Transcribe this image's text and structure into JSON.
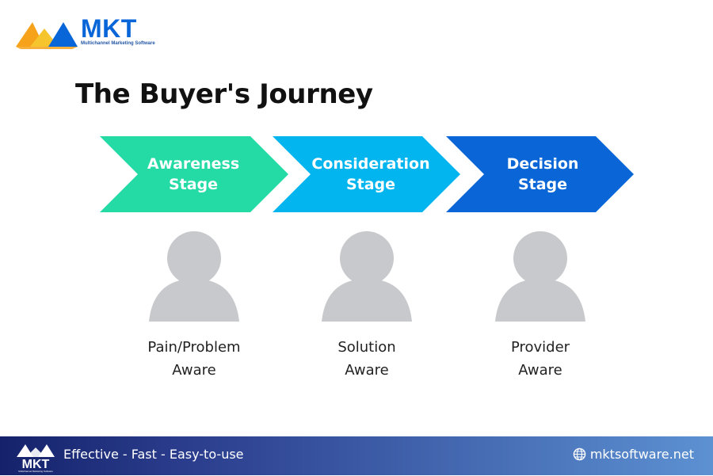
{
  "brand": {
    "name": "MKT",
    "subtitle": "Multichannel Marketing Software",
    "footer_logo_subtitle": "Multichannel Marketing Software",
    "colors": {
      "blue": "#0866d8",
      "orange": "#f7a21b",
      "yellow": "#f6c52d"
    }
  },
  "title": "The Buyer's Journey",
  "stages": [
    {
      "line1": "Awareness",
      "line2": "Stage",
      "color": "#24dba6"
    },
    {
      "line1": "Consideration",
      "line2": "Stage",
      "color": "#03b5ef"
    },
    {
      "line1": "Decision",
      "line2": "Stage",
      "color": "#0a66d6"
    }
  ],
  "people": [
    {
      "line1": "Pain/Problem",
      "line2": "Aware",
      "icon": "person-icon"
    },
    {
      "line1": "Solution",
      "line2": "Aware",
      "icon": "person-icon"
    },
    {
      "line1": "Provider",
      "line2": "Aware",
      "icon": "person-icon"
    }
  ],
  "footer": {
    "tagline": "Effective - Fast - Easy-to-use",
    "website": "mktsoftware.net",
    "logo_text": "MKT",
    "icon": "globe-icon"
  },
  "icons": {
    "logo": "mkt-logo-icon",
    "footer_logo": "mkt-footer-logo-icon",
    "person": "person-icon",
    "globe": "globe-icon"
  }
}
